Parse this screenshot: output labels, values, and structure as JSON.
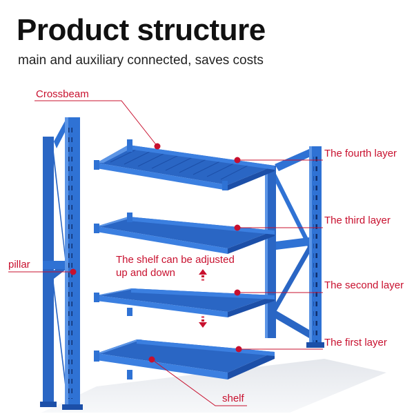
{
  "header": {
    "title": "Product structure",
    "subtitle": "main and auxiliary connected, saves costs"
  },
  "labels": {
    "crossbeam": "Crossbeam",
    "pillar": "pillar",
    "fourth_layer": "The fourth layer",
    "third_layer": "The third layer",
    "second_layer": "The second layer",
    "first_layer": "The first layer",
    "shelf": "shelf"
  },
  "note": {
    "line1": "The shelf can be adjusted",
    "line2": "up and down"
  },
  "colors": {
    "rack_blue": "#2f72d4",
    "rack_dark": "#1c4fa8",
    "rack_light": "#5c95e6",
    "callout_red": "#c8102e"
  }
}
